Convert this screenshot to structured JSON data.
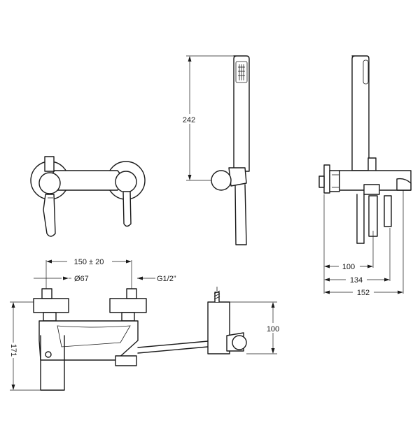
{
  "dimensions": {
    "handshower_height": "242",
    "centers": "150 ± 20",
    "escutcheon_diameter": "Ø67",
    "connection_thread": "G1/2”",
    "overall_height": "171",
    "bracket_height": "100",
    "projection_inner": "100",
    "projection_mid": "134",
    "projection_total": "152"
  }
}
